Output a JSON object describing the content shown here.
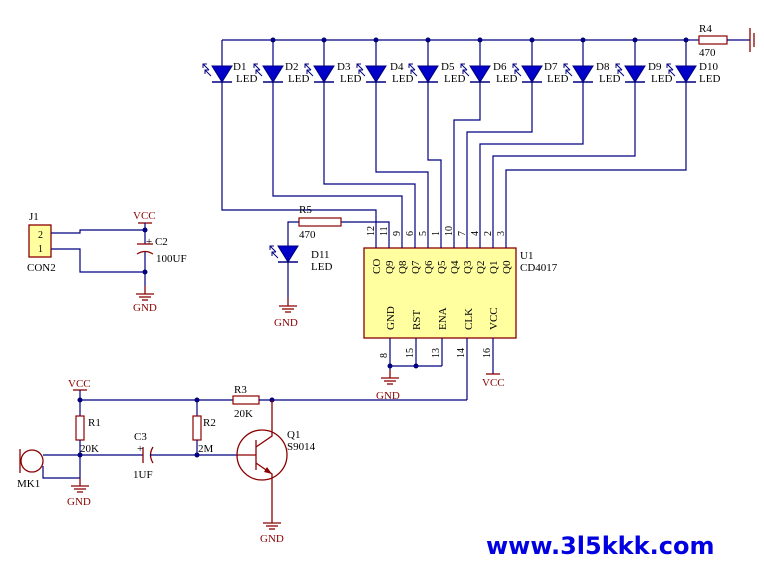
{
  "leds": [
    {
      "ref": "D1",
      "type": "LED"
    },
    {
      "ref": "D2",
      "type": "LED"
    },
    {
      "ref": "D3",
      "type": "LED"
    },
    {
      "ref": "D4",
      "type": "LED"
    },
    {
      "ref": "D5",
      "type": "LED"
    },
    {
      "ref": "D6",
      "type": "LED"
    },
    {
      "ref": "D7",
      "type": "LED"
    },
    {
      "ref": "D8",
      "type": "LED"
    },
    {
      "ref": "D9",
      "type": "LED"
    },
    {
      "ref": "D10",
      "type": "LED"
    }
  ],
  "d11": {
    "ref": "D11",
    "type": "LED"
  },
  "r4": {
    "ref": "R4",
    "value": "470"
  },
  "r5": {
    "ref": "R5",
    "value": "470"
  },
  "r1": {
    "ref": "R1",
    "value": "20K"
  },
  "r2": {
    "ref": "R2",
    "value": "2M"
  },
  "r3": {
    "ref": "R3",
    "value": "20K"
  },
  "c2": {
    "ref": "C2",
    "value": "100UF",
    "polarity": "+"
  },
  "c3": {
    "ref": "C3",
    "value": "1UF",
    "polarity": "+"
  },
  "q1": {
    "ref": "Q1",
    "value": "S9014"
  },
  "j1": {
    "ref": "J1",
    "value": "CON2",
    "pins": [
      "2",
      "1"
    ]
  },
  "mk1": {
    "ref": "MK1"
  },
  "u1": {
    "ref": "U1",
    "value": "CD4017",
    "top_pins": [
      {
        "num": "12",
        "name": "CO"
      },
      {
        "num": "11",
        "name": "Q9"
      },
      {
        "num": "9",
        "name": "Q8"
      },
      {
        "num": "6",
        "name": "Q7"
      },
      {
        "num": "5",
        "name": "Q6"
      },
      {
        "num": "1",
        "name": "Q5"
      },
      {
        "num": "10",
        "name": "Q4"
      },
      {
        "num": "7",
        "name": "Q3"
      },
      {
        "num": "4",
        "name": "Q2"
      },
      {
        "num": "2",
        "name": "Q1"
      },
      {
        "num": "3",
        "name": "Q0"
      }
    ],
    "bottom_pins": [
      {
        "num": "8",
        "name": "GND"
      },
      {
        "num": "15",
        "name": "RST"
      },
      {
        "num": "13",
        "name": "ENA"
      },
      {
        "num": "14",
        "name": "CLK"
      },
      {
        "num": "16",
        "name": "VCC"
      }
    ]
  },
  "nets": {
    "vcc": "VCC",
    "gnd": "GND"
  },
  "watermark": "www.3l5kkk.com"
}
